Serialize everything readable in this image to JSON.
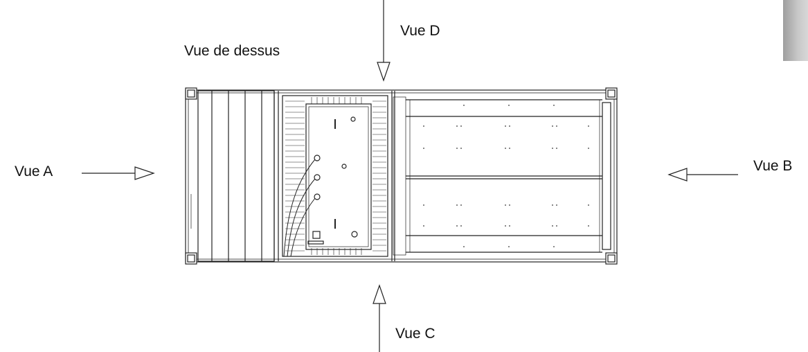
{
  "labels": {
    "top_view": "Vue de dessus",
    "view_a": "Vue A",
    "view_b": "Vue B",
    "view_c": "Vue C",
    "view_d": "Vue D"
  },
  "colors": {
    "line": "#222222",
    "background": "#ffffff",
    "tab": "#b0b0b0"
  }
}
